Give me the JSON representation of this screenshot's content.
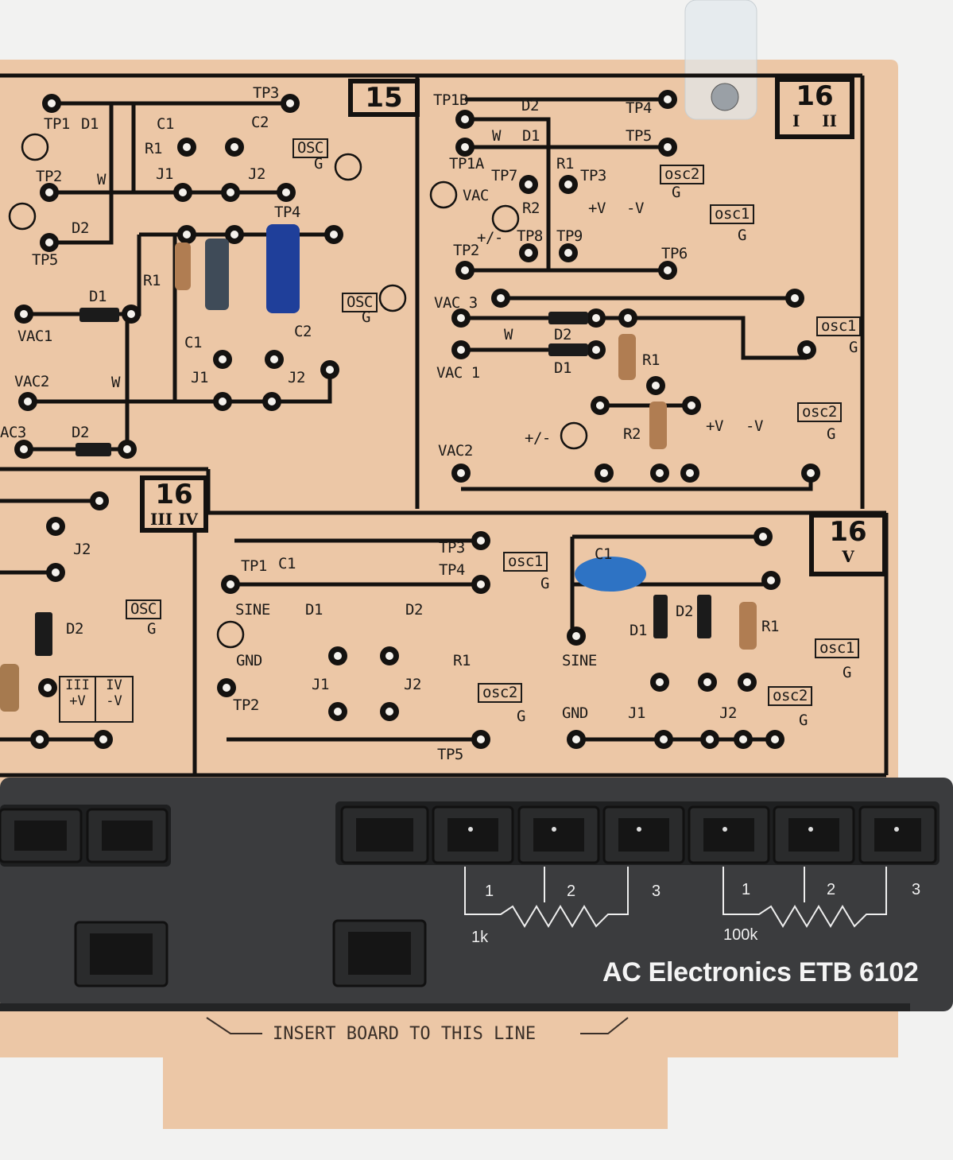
{
  "board": {
    "model_label": "AC Electronics ETB 6102",
    "insert_line_label": "INSERT BOARD TO THIS LINE",
    "colors": {
      "board": "#ecc7a6",
      "trace": "#141210",
      "panel": "#3b3c3e",
      "panel_text": "#f2f2f2"
    }
  },
  "sections": {
    "s15": {
      "number": "15",
      "labels": [
        "TP3",
        "TP1",
        "D1",
        "C1",
        "C2",
        "R1",
        "OSC",
        "G",
        "TP2",
        "W",
        "J1",
        "J2",
        "TP5",
        "D2",
        "TP4",
        "R1",
        "D1",
        "VAC1",
        "OSC",
        "G",
        "C1",
        "C2",
        "J1",
        "J2",
        "VAC2",
        "W",
        "AC3",
        "D2"
      ]
    },
    "s16a": {
      "number": "16",
      "roman_left": "I",
      "roman_right": "II",
      "labels": [
        "TP1B",
        "D2",
        "TP4",
        "TP5",
        "W",
        "D1",
        "TP1A",
        "R1",
        "TP7",
        "TP3",
        "VAC",
        "osc2",
        "G",
        "R2",
        "+V",
        "-V",
        "osc1",
        "G",
        "+/-",
        "TP8",
        "TP9",
        "TP2",
        "TP6",
        "VAC 3",
        "W",
        "D2",
        "D1",
        "VAC 1",
        "R1",
        "osc1",
        "G",
        "osc2",
        "G",
        "+/-",
        "R2",
        "+V",
        "-V",
        "VAC2"
      ]
    },
    "s16b": {
      "number": "16",
      "roman_left": "III",
      "roman_right": "IV",
      "labels": [
        "J2",
        "OSC",
        "G",
        "D2"
      ],
      "supply_box": {
        "left_top": "III",
        "left_bottom": "+V",
        "right_top": "IV",
        "right_bottom": "-V"
      }
    },
    "s16c": {
      "labels": [
        "TP3",
        "osc1",
        "G",
        "TP1",
        "C1",
        "TP4",
        "SINE",
        "D1",
        "D2",
        "R1",
        "GND",
        "J1",
        "J2",
        "osc2",
        "G",
        "TP2",
        "TP5"
      ]
    },
    "s16d": {
      "number": "16",
      "roman": "V",
      "labels": [
        "C1",
        "D1",
        "D2",
        "R1",
        "SINE",
        "osc1",
        "G",
        "osc2",
        "G",
        "GND",
        "J1",
        "J2"
      ]
    }
  },
  "panel": {
    "pot1": {
      "pins": [
        "1",
        "2",
        "3"
      ],
      "value": "1k"
    },
    "pot2": {
      "pins": [
        "1",
        "2",
        "3"
      ],
      "value": "100k"
    }
  }
}
